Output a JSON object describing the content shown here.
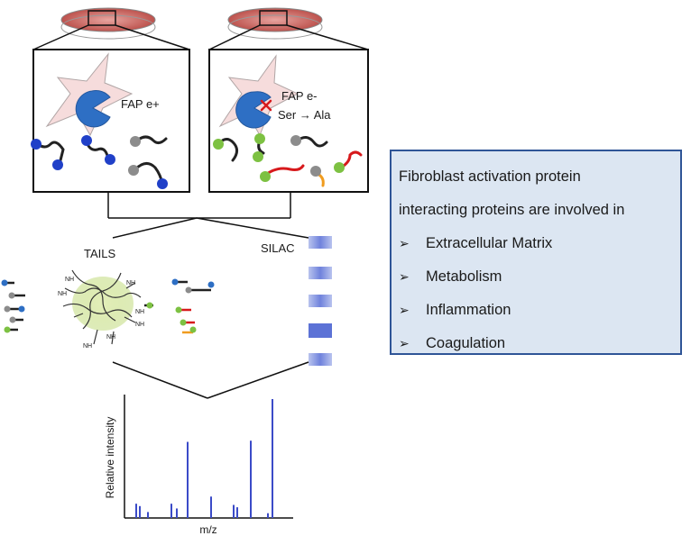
{
  "panels": {
    "left_label": "FAP e+",
    "right_label_line1": "FAP e-",
    "right_label_line2": "Ser → Ala"
  },
  "methods": {
    "tails": "TAILS",
    "silac": "SILAC"
  },
  "spectrum": {
    "ylabel": "Relative intensity",
    "xlabel": "m/z"
  },
  "summary": {
    "line1": "Fibroblast activation protein",
    "line2": "interacting proteins are involved in",
    "items": [
      "Extracellular Matrix",
      "Metabolism",
      "Inflammation",
      "Coagulation"
    ]
  },
  "chart_data": {
    "type": "bar",
    "xlabel": "m/z",
    "ylabel": "Relative intensity",
    "peaks_relative": [
      0.12,
      0.1,
      0.05,
      0.12,
      0.08,
      0.64,
      0.18,
      0.11,
      0.09,
      0.65,
      0.04,
      1.0
    ]
  },
  "colors": {
    "fap_blue": "#2e6fc4",
    "dot_green": "#7dc142",
    "link_red": "#d7191c",
    "link_orange": "#f09c1f",
    "box_border": "#2f5597",
    "box_fill": "#dce6f2",
    "dish_red": "#c0504d",
    "peak_blue": "#3b4bc8"
  }
}
